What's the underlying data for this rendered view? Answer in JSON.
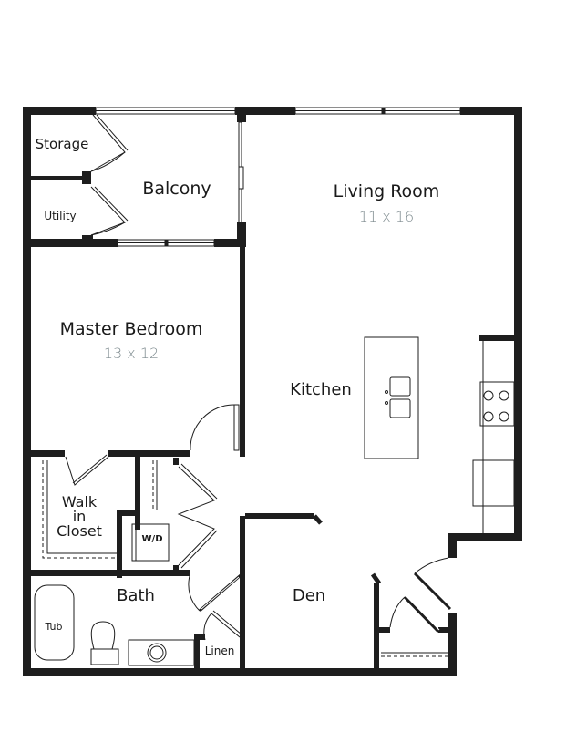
{
  "floor_plan": {
    "rooms": [
      {
        "id": "storage",
        "label": "Storage"
      },
      {
        "id": "utility",
        "label": "Utility"
      },
      {
        "id": "balcony",
        "label": "Balcony"
      },
      {
        "id": "living_room",
        "label": "Living Room",
        "dimensions": "11 x 16"
      },
      {
        "id": "master_bedroom",
        "label": "Master Bedroom",
        "dimensions": "13 x 12"
      },
      {
        "id": "kitchen",
        "label": "Kitchen"
      },
      {
        "id": "walk_in_closet",
        "label": "Walk\nin\nCloset",
        "lines": [
          "Walk",
          "in",
          "Closet"
        ]
      },
      {
        "id": "laundry",
        "label": "W/D"
      },
      {
        "id": "bath",
        "label": "Bath"
      },
      {
        "id": "den",
        "label": "Den"
      },
      {
        "id": "linen",
        "label": "Linen"
      }
    ],
    "fixtures": {
      "tub": "Tub",
      "washer_dryer": "W/D"
    },
    "colors": {
      "wall": "#1e1e1e",
      "fixture_line": "#2a2a2a",
      "dimension_text": "#7d8a8e",
      "label_text": "#1a1a1a",
      "background": "#ffffff"
    }
  }
}
